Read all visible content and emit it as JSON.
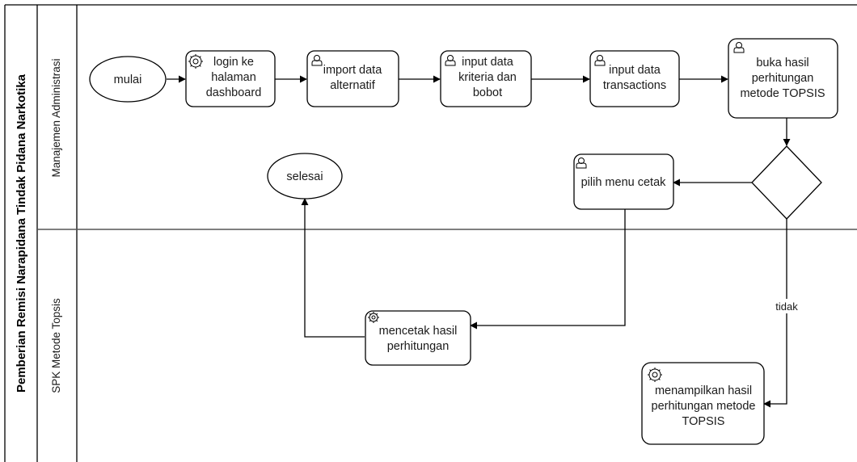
{
  "pool": {
    "title": "Pemberian Remisi Narapidana Tindak Pidana Narkotika"
  },
  "lanes": [
    {
      "title": "Manajemen Administrasi"
    },
    {
      "title": "SPK Metode Topsis"
    }
  ],
  "nodes": {
    "mulai": {
      "type": "start-event",
      "lines": [
        "mulai"
      ]
    },
    "login": {
      "type": "service-task",
      "icon": "gear-icon",
      "lines": [
        "login ke",
        "halaman",
        "dashboard"
      ]
    },
    "import": {
      "type": "user-task",
      "icon": "user-icon",
      "lines": [
        "import data",
        "alternatif"
      ]
    },
    "kriteria": {
      "type": "user-task",
      "icon": "user-icon",
      "lines": [
        "input data",
        "kriteria dan",
        "bobot"
      ]
    },
    "transactions": {
      "type": "user-task",
      "icon": "user-icon",
      "lines": [
        "input data",
        "transactions"
      ]
    },
    "buka": {
      "type": "user-task",
      "icon": "user-icon",
      "lines": [
        "buka hasil",
        "perhitungan",
        "metode TOPSIS"
      ]
    },
    "gateway": {
      "type": "gateway",
      "lines": []
    },
    "pilih": {
      "type": "user-task",
      "icon": "user-icon",
      "lines": [
        "pilih menu cetak"
      ]
    },
    "selesai": {
      "type": "end-event",
      "lines": [
        "selesai"
      ]
    },
    "mencetak": {
      "type": "service-task",
      "icon": "gear-icon",
      "lines": [
        "mencetak hasil",
        "perhitungan"
      ]
    },
    "menampilkan": {
      "type": "service-task",
      "icon": "gear-icon",
      "lines": [
        "menampilkan hasil",
        "perhitungan metode",
        "TOPSIS"
      ]
    }
  },
  "edges": [
    {
      "from": "mulai",
      "to": "login",
      "label": ""
    },
    {
      "from": "login",
      "to": "import",
      "label": ""
    },
    {
      "from": "import",
      "to": "kriteria",
      "label": ""
    },
    {
      "from": "kriteria",
      "to": "transactions",
      "label": ""
    },
    {
      "from": "transactions",
      "to": "buka",
      "label": ""
    },
    {
      "from": "buka",
      "to": "gateway",
      "label": ""
    },
    {
      "from": "gateway",
      "to": "pilih",
      "label": ""
    },
    {
      "from": "pilih",
      "to": "mencetak",
      "label": ""
    },
    {
      "from": "mencetak",
      "to": "selesai",
      "label": ""
    },
    {
      "from": "gateway",
      "to": "menampilkan",
      "label": "tidak"
    }
  ]
}
